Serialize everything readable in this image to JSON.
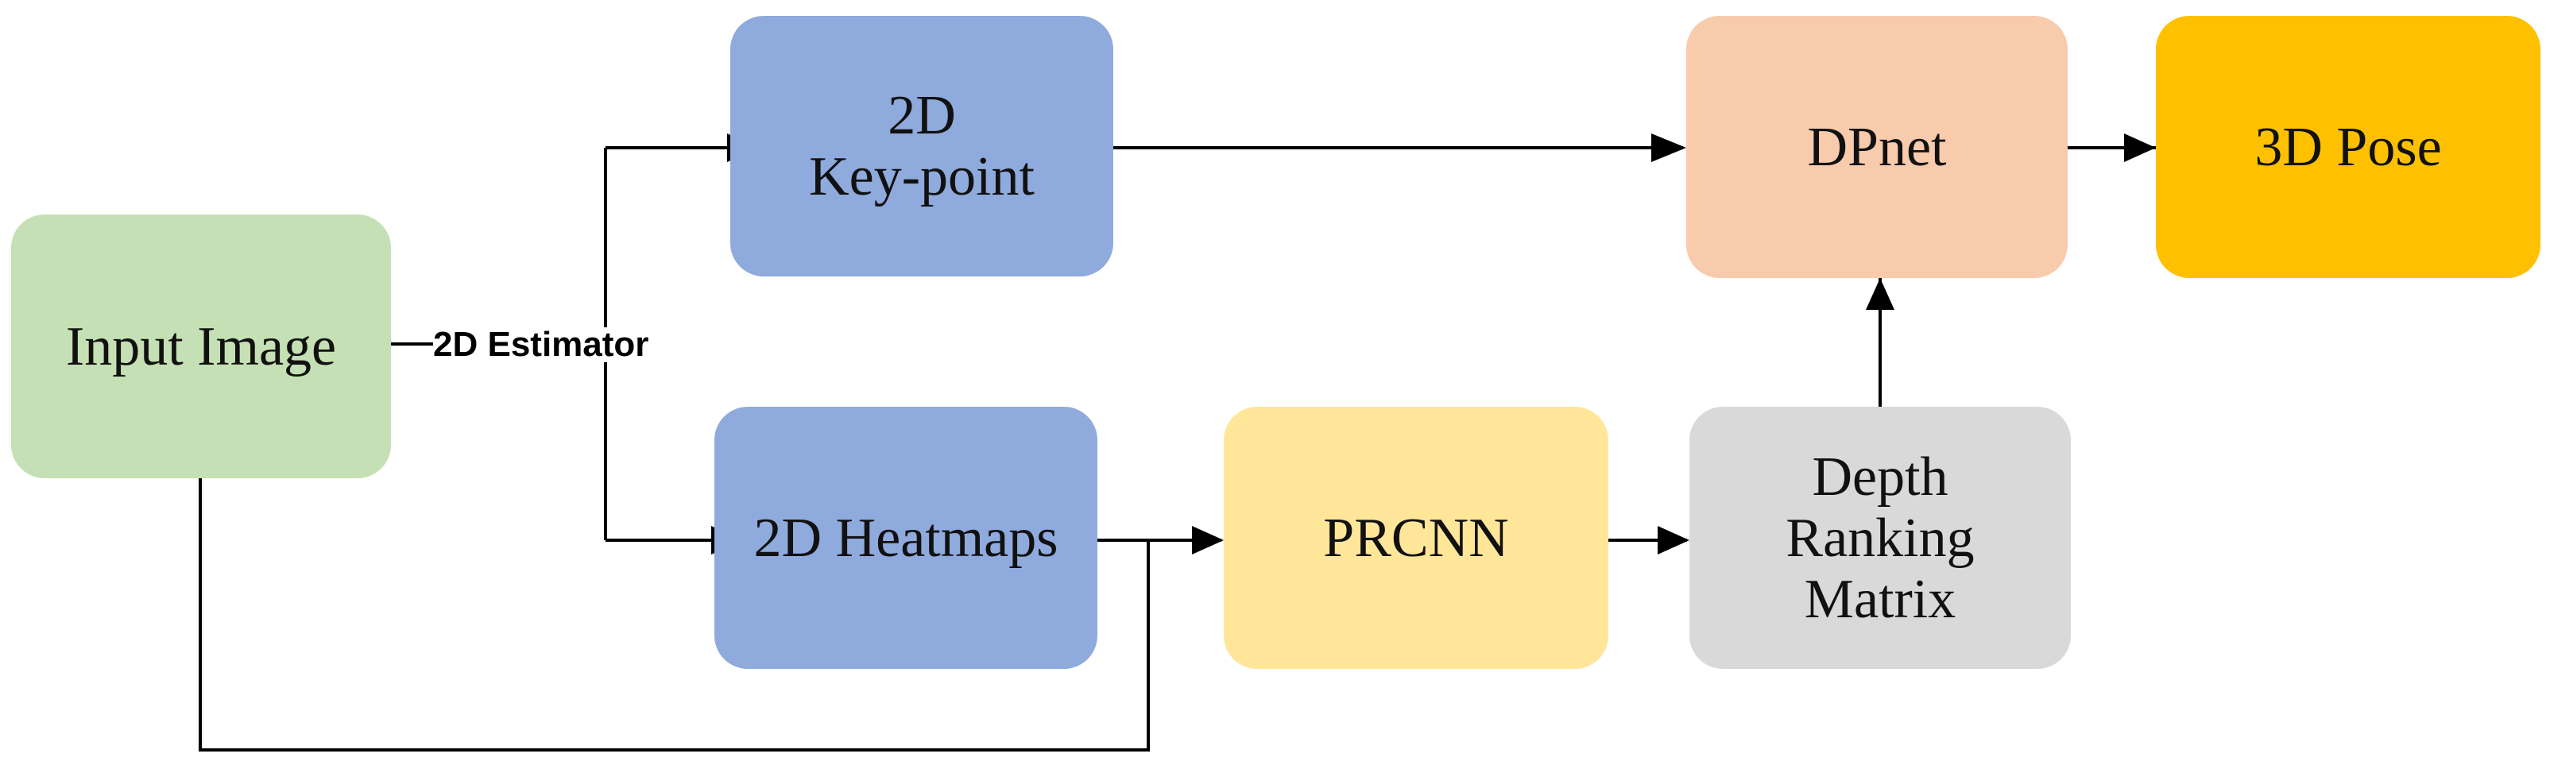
{
  "nodes": {
    "input_image": {
      "label": "Input Image",
      "color": "#c5e0b4"
    },
    "keypoint": {
      "line1": "2D",
      "line2": "Key-point",
      "color": "#8faadc"
    },
    "heatmaps": {
      "label": "2D Heatmaps",
      "color": "#8faadc"
    },
    "prcnn": {
      "label": "PRCNN",
      "color": "#ffe699"
    },
    "depth": {
      "line1": "Depth",
      "line2": "Ranking",
      "line3": "Matrix",
      "color": "#d9d9d9"
    },
    "dpnet": {
      "label": "DPnet",
      "color": "#f8cbad"
    },
    "pose": {
      "label": "3D Pose",
      "color": "#ffc000"
    }
  },
  "edges": {
    "estimator_label": "2D Estimator",
    "line_color": "#000000"
  }
}
